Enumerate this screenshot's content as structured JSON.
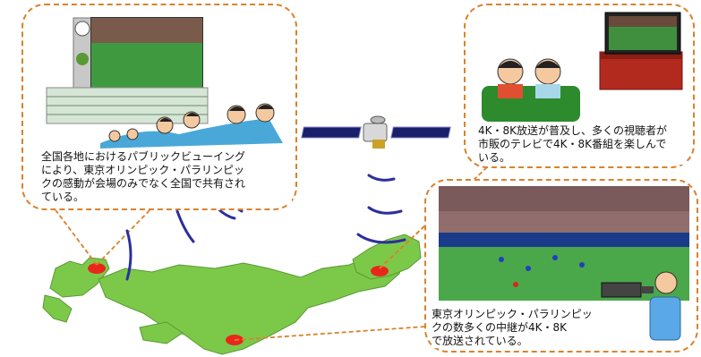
{
  "captions": {
    "public_viewing": "全国各地におけるパブリックビューイング\nにより、東京オリンピック・パラリンピッ\nクの感動が会場のみでなく全国で共有され\nている。",
    "home_viewing": "4K・8K放送が普及し、多くの視聴者が\n市販のテレビで4K・8K番組を楽しんで\nいる。",
    "broadcast": "東京オリンピック・パラリンピッ\nクの数多くの中継が4K・8K\nで放送されている。"
  },
  "colors": {
    "callout_border": "#d9822b",
    "map_fill": "#7cc94a",
    "marker": "#e8261c",
    "signal": "#2b2f9e",
    "leader_line": "#d9822b"
  }
}
